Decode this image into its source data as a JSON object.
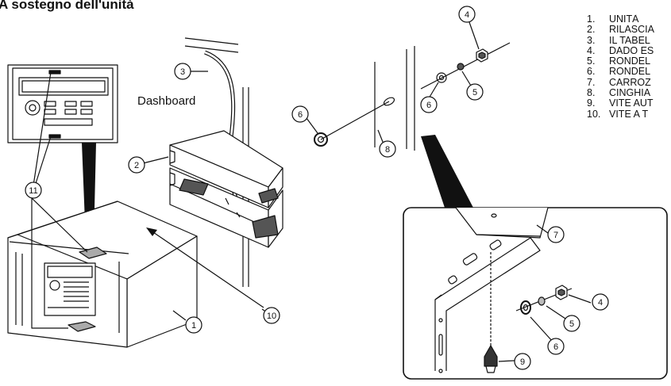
{
  "title": "A sostegno dell'unità",
  "dashboard_label": "Dashboard",
  "legend": [
    {
      "number": "1.",
      "text": "UNITÀ"
    },
    {
      "number": "2.",
      "text": "RILASCIA"
    },
    {
      "number": "3.",
      "text": "IL TABEL"
    },
    {
      "number": "4.",
      "text": "DADO ES"
    },
    {
      "number": "5.",
      "text": "RONDEL"
    },
    {
      "number": "6.",
      "text": "RONDEL"
    },
    {
      "number": "7.",
      "text": "CARROZ"
    },
    {
      "number": "8.",
      "text": "CINGHIA"
    },
    {
      "number": "9.",
      "text": "VITE AUT"
    },
    {
      "number": "10.",
      "text": "VITE A T"
    }
  ],
  "callouts": [
    "1",
    "2",
    "3",
    "4",
    "5",
    "6",
    "6",
    "7",
    "8",
    "4",
    "5",
    "6",
    "9",
    "10",
    "11"
  ]
}
